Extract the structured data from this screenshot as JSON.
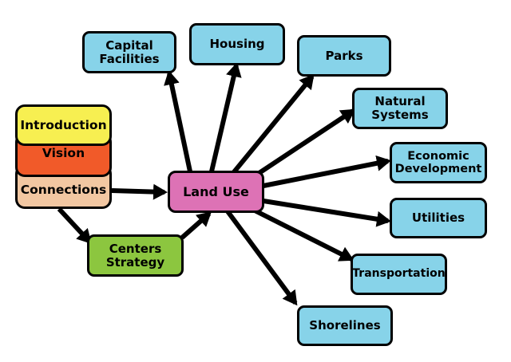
{
  "nodes": {
    "land_use": "Land Use",
    "capital_facilities": "Capital Facilities",
    "housing": "Housing",
    "parks": "Parks",
    "natural_systems": "Natural Systems",
    "economic_development": "Economic Development",
    "utilities": "Utilities",
    "transportation": "Transportation",
    "shorelines": "Shorelines",
    "introduction": "Introduction",
    "vision": "Vision",
    "connections": "Connections",
    "centers_strategy": "Centers Strategy"
  },
  "colors": {
    "outline": "#000000",
    "element_box": "#87d3e9",
    "land_use": "#dd72b5",
    "introduction": "#f7ef51",
    "vision": "#f15a29",
    "connections": "#f2c7a2",
    "centers_strategy": "#8cc63f"
  }
}
